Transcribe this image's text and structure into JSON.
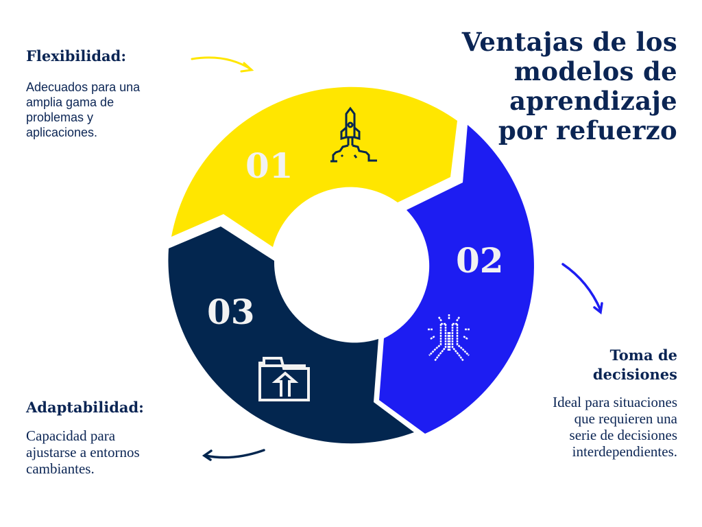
{
  "title": {
    "lines": [
      "Ventajas de los",
      "modelos de",
      "aprendizaje",
      "por refuerzo"
    ]
  },
  "colors": {
    "navy": "#03264f",
    "yellow": "#ffe600",
    "blue": "#1d1df2",
    "number_fill": "#f2f2f2",
    "text": "#0b2554"
  },
  "segments": [
    {
      "number": "01",
      "heading": "Flexibilidad:",
      "description_lines": [
        "Adecuados para una",
        "amplia gama de",
        "problemas y",
        "aplicaciones."
      ],
      "icon": "rocket-launch-icon",
      "color": "#ffe600"
    },
    {
      "number": "02",
      "heading_lines": [
        "Toma de",
        "decisiones"
      ],
      "description_lines": [
        "Ideal para situaciones",
        "que requieren una",
        "serie de decisiones",
        "interdependientes."
      ],
      "icon": "radiating-hands-icon",
      "color": "#1d1df2"
    },
    {
      "number": "03",
      "heading": "Adaptabilidad:",
      "description_lines": [
        "Capacidad para",
        "ajustarse a entornos",
        "cambiantes."
      ],
      "icon": "folder-upload-icon",
      "color": "#03264f"
    }
  ]
}
